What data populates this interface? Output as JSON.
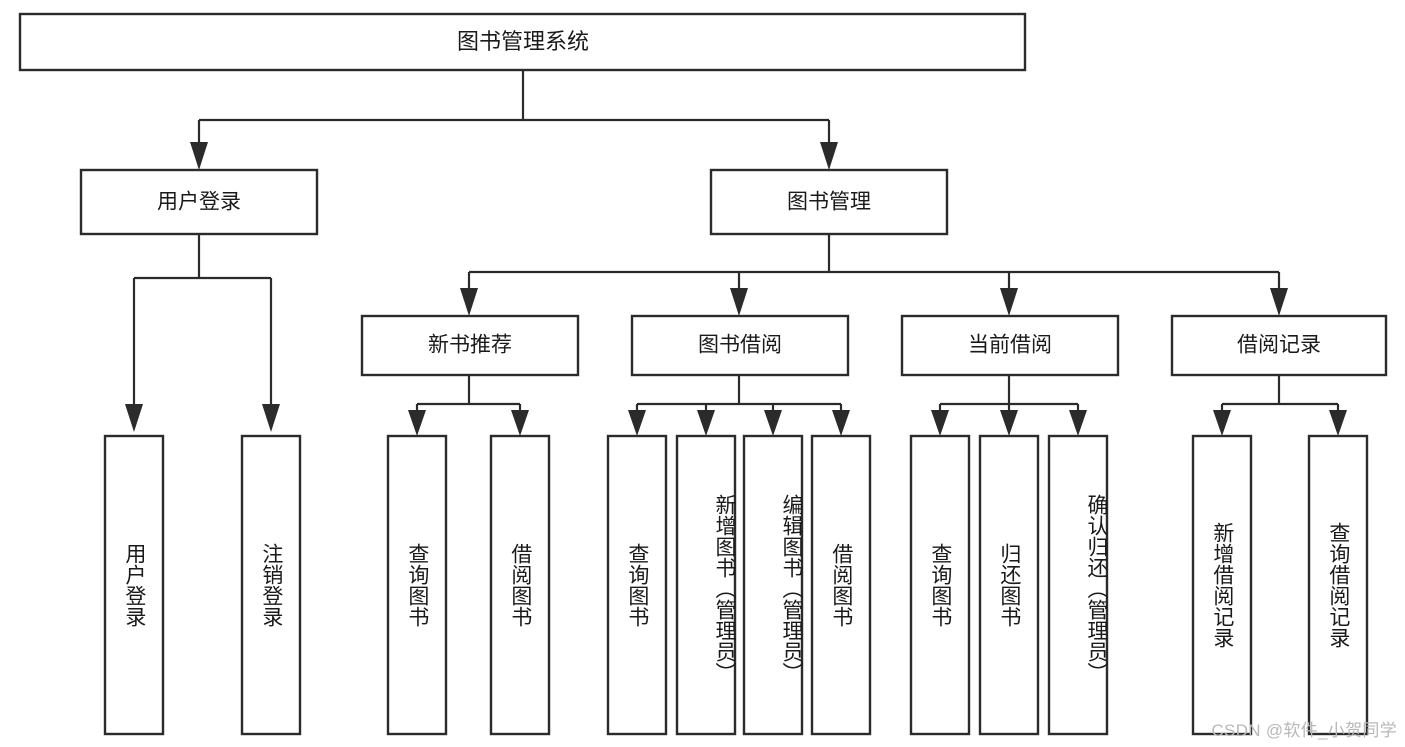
{
  "diagram": {
    "title": "图书管理系统",
    "type": "tree",
    "watermark": "CSDN @软件_小贺同学",
    "root": {
      "label": "图书管理系统"
    },
    "level2": [
      {
        "label": "用户登录"
      },
      {
        "label": "图书管理"
      }
    ],
    "level3": [
      {
        "label": "新书推荐"
      },
      {
        "label": "图书借阅"
      },
      {
        "label": "当前借阅"
      },
      {
        "label": "借阅记录"
      }
    ],
    "leaves": {
      "user_login": [
        {
          "label": "用户登录"
        },
        {
          "label": "注销登录"
        }
      ],
      "new_book": [
        {
          "label": "查询图书"
        },
        {
          "label": "借阅图书"
        }
      ],
      "book_borrow": [
        {
          "label": "查询图书"
        },
        {
          "label": "新增图书（管理员）"
        },
        {
          "label": "编辑图书（管理员）"
        },
        {
          "label": "借阅图书"
        }
      ],
      "current_borrow": [
        {
          "label": "查询图书"
        },
        {
          "label": "归还图书"
        },
        {
          "label": "确认归还（管理员）"
        }
      ],
      "borrow_record": [
        {
          "label": "新增借阅记录"
        },
        {
          "label": "查询借阅记录"
        }
      ]
    },
    "colors": {
      "box_stroke": "#2b2b2b",
      "box_fill": "#ffffff",
      "connector": "#2b2b2b",
      "text": "#1a1a1a",
      "watermark": "#b8b8b8",
      "background": "#ffffff"
    }
  }
}
